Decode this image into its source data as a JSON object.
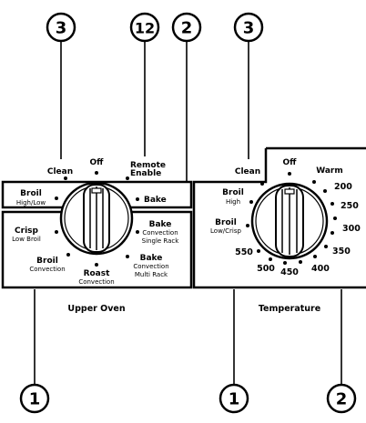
{
  "callouts": {
    "top_left": "3",
    "top_middle": "12",
    "top_right_a": "2",
    "top_right_b": "3",
    "bottom_left": "1",
    "bottom_middle": "1",
    "bottom_right": "2"
  },
  "upper_oven": {
    "title": "Upper Oven",
    "off": "Off",
    "clean": "Clean",
    "remote_enable_1": "Remote",
    "remote_enable_2": "Enable",
    "broil_high_low_1": "Broil",
    "broil_high_low_2": "High/Low",
    "bake": "Bake",
    "crisp_1": "Crisp",
    "crisp_2": "Low Broil",
    "bake_conv_single_1": "Bake",
    "bake_conv_single_2": "Convection",
    "bake_conv_single_3": "Single Rack",
    "broil_conv_1": "Broil",
    "broil_conv_2": "Convection",
    "roast_conv_1": "Roast",
    "roast_conv_2": "Convection",
    "bake_conv_multi_1": "Bake",
    "bake_conv_multi_2": "Convection",
    "bake_conv_multi_3": "Multi Rack"
  },
  "temperature": {
    "title": "Temperature",
    "clean": "Clean",
    "off": "Off",
    "warm": "Warm",
    "broil_high_1": "Broil",
    "broil_high_2": "High",
    "broil_low_1": "Broil",
    "broil_low_2": "Low/Crisp",
    "t200": "200",
    "t250": "250",
    "t300": "300",
    "t350": "350",
    "t400": "400",
    "t450": "450",
    "t500": "500",
    "t550": "550"
  }
}
